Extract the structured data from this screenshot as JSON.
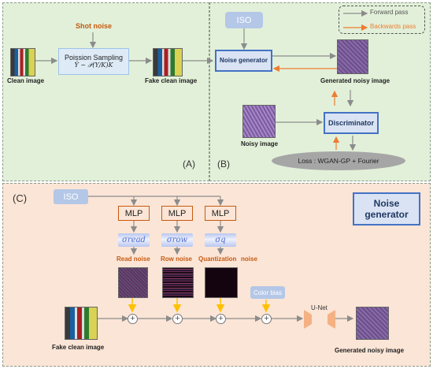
{
  "panel_a": {
    "tag": "(A)",
    "shot_noise": "Shot noise",
    "sampling_title": "Poission Sampling",
    "sampling_formula": "Ŷ ~ 𝒫(Y/K)K",
    "clean_image": "Clean image",
    "fake_clean_image": "Fake clean image"
  },
  "panel_b": {
    "tag": "(B)",
    "iso": "ISO",
    "noise_generator": "Noise generator",
    "generated_noisy_image": "Generated noisy image",
    "noisy_image": "Noisy image",
    "discriminator": "Discriminator",
    "loss": "Loss : WGAN-GP + Fourier",
    "legend": {
      "forward": "Forward pass",
      "backward": "Backwards pass"
    }
  },
  "panel_c": {
    "tag": "(C)",
    "iso": "ISO",
    "title": "Noise generator",
    "mlp": [
      "MLP",
      "MLP",
      "MLP"
    ],
    "sigmas": [
      "σread",
      "σrow",
      "σq"
    ],
    "noise_labels": [
      "Read noise",
      "Row noise",
      "Quantization",
      "noise"
    ],
    "color_bias": "Color bias",
    "unet": "U-Net",
    "fake_clean_image": "Fake clean image",
    "generated_noisy_image": "Generated noisy image"
  },
  "colors": {
    "panel_ab_bg": "#e2f0d9",
    "panel_c_bg": "#fbe5d6",
    "iso_fill": "#b4c7e7",
    "mlp_fill": "#fbe5d6",
    "generator_fill": "#dae3f3",
    "shot_noise": "#c55a11",
    "forward_arrow": "#8c8c8c",
    "backward_arrow": "#ed7d31",
    "add_arrow": "#ffc000"
  }
}
